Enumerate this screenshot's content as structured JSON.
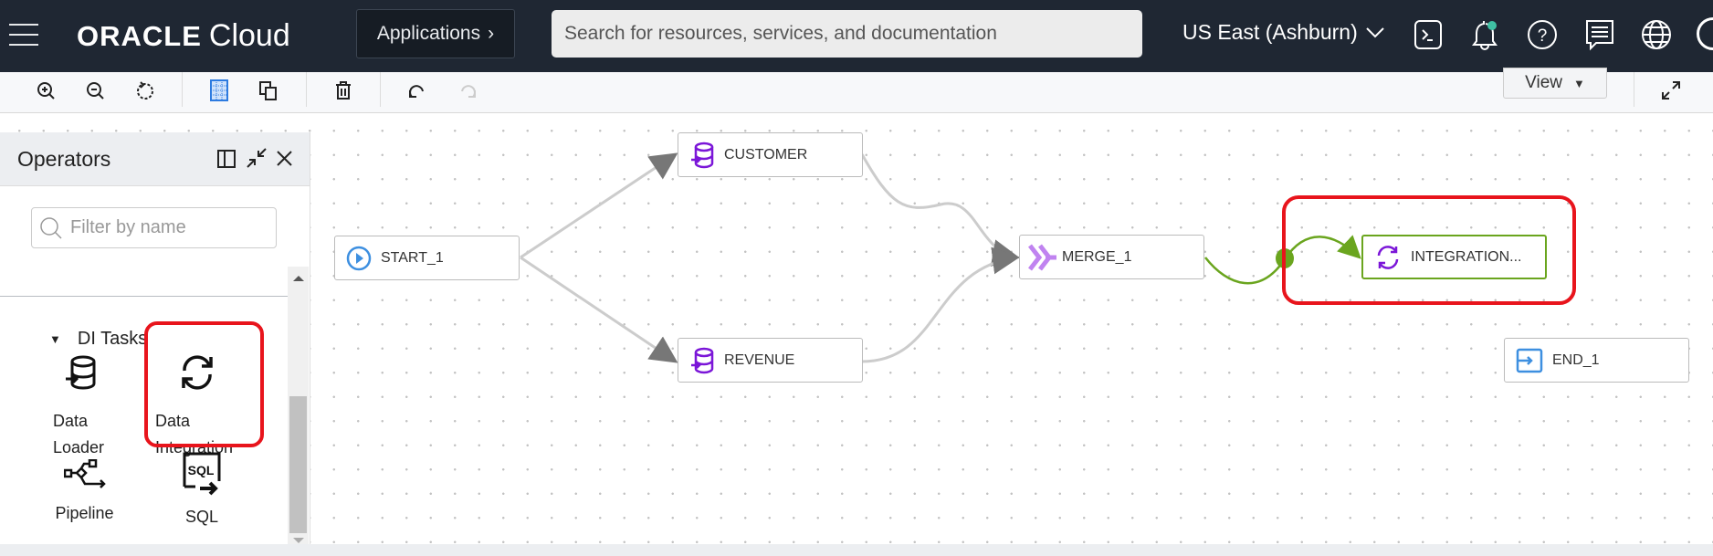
{
  "header": {
    "brand": "ORACLE",
    "product": "Cloud",
    "applications_label": "Applications",
    "search_placeholder": "Search for resources, services, and documentation",
    "region": "US East (Ashburn)",
    "notification_dot_color": "#3fc1a4"
  },
  "toolbar": {
    "view_label": "View"
  },
  "operators_panel": {
    "title": "Operators",
    "filter_placeholder": "Filter by name",
    "section": "DI Tasks",
    "items": [
      {
        "label_line1": "Data",
        "label_line2": "Loader"
      },
      {
        "label_line1": "Data",
        "label_line2": "Integration"
      },
      {
        "label_line1": "Pipeline"
      },
      {
        "label_line1": "SQL"
      }
    ]
  },
  "canvas": {
    "nodes": {
      "start": "START_1",
      "customer": "CUSTOMER",
      "revenue": "REVENUE",
      "merge": "MERGE_1",
      "integration": "INTEGRATION...",
      "end": "END_1"
    },
    "colors": {
      "selected": "#6aa51e",
      "highlight": "#e8141c",
      "task": "#7b16d8",
      "start": "#3d8fe0"
    }
  }
}
